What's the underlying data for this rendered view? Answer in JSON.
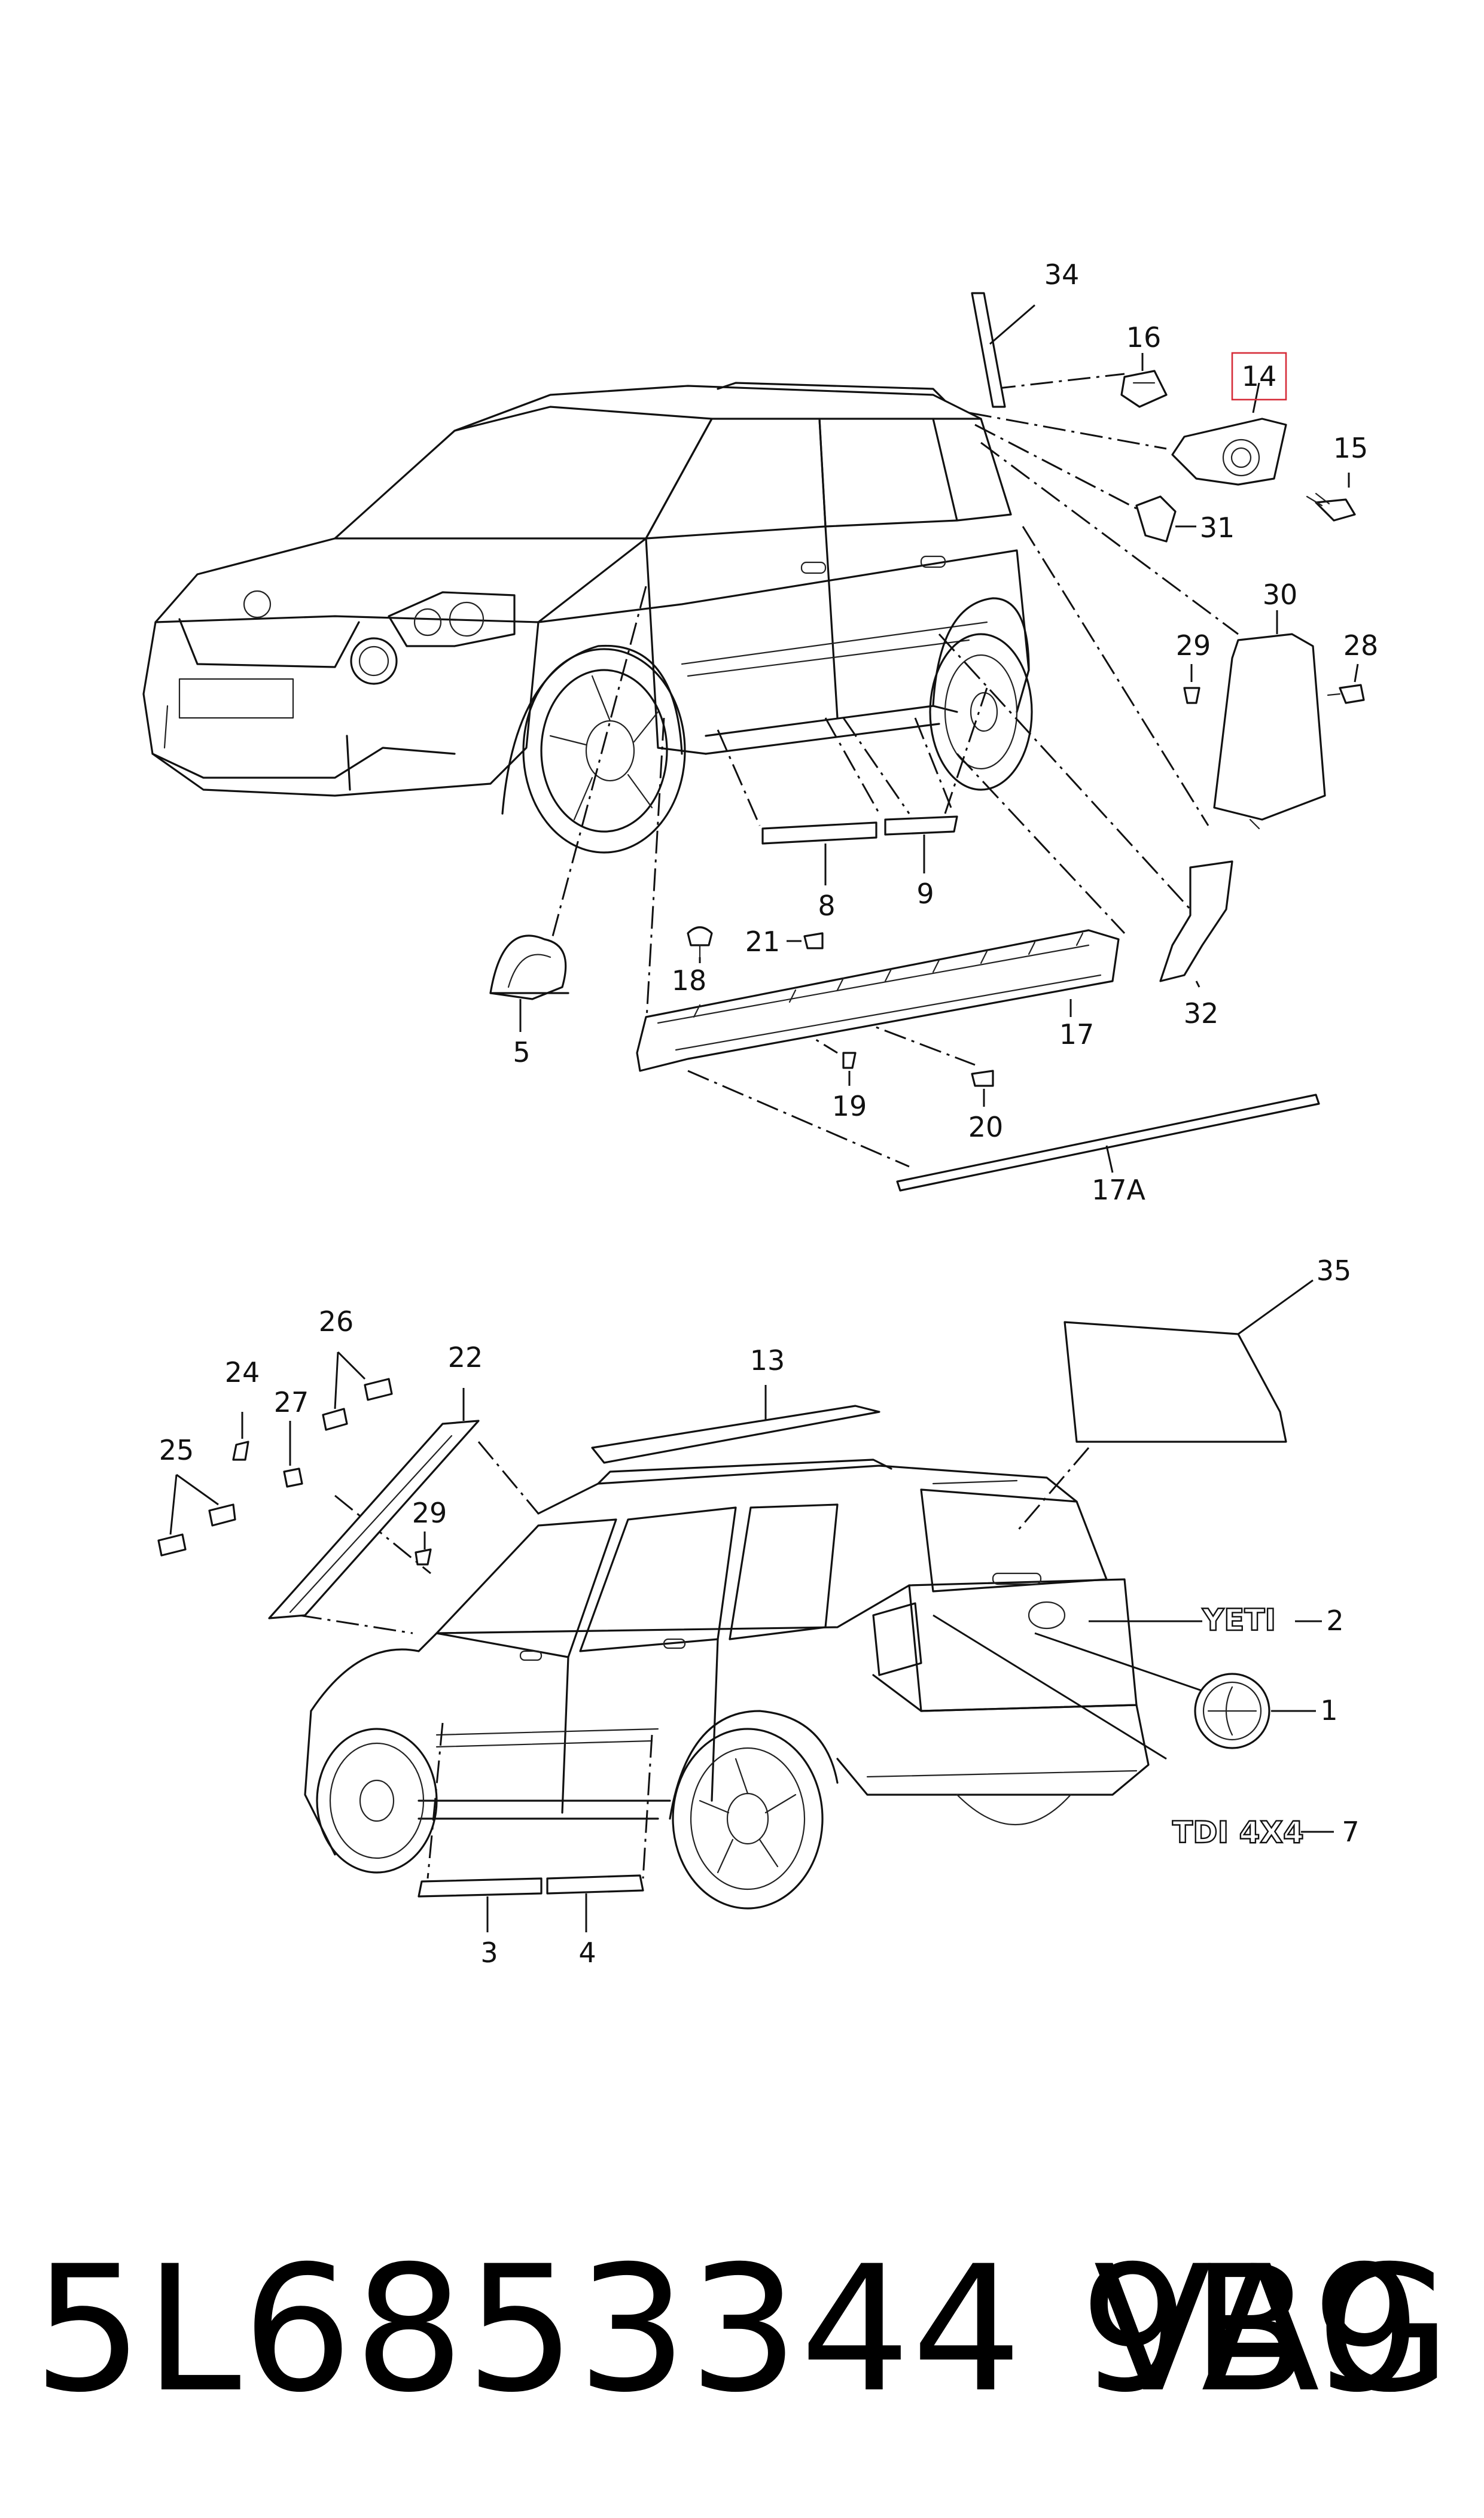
{
  "callouts_top": {
    "c34": "34",
    "c16": "16",
    "c14": "14",
    "c15": "15",
    "c31": "31",
    "c30": "30",
    "c29": "29",
    "c28": "28",
    "c8": "8",
    "c9": "9",
    "c21": "21",
    "c18": "18",
    "c17": "17",
    "c19": "19",
    "c20": "20",
    "c5": "5",
    "c32": "32",
    "c17a": "17A"
  },
  "callouts_bottom": {
    "c35": "35",
    "c13": "13",
    "c22": "22",
    "c26": "26",
    "c24": "24",
    "c27": "27",
    "c25": "25",
    "c29": "29",
    "c2": "2",
    "c1": "1",
    "c7": "7",
    "c3": "3",
    "c4": "4"
  },
  "emblems": {
    "yeti": "YETI",
    "tdi": "TDI 4X4"
  },
  "highlight_color": "#d62b38",
  "footer": {
    "part_number": "5L6853344 9B9",
    "brand": "VAG"
  }
}
